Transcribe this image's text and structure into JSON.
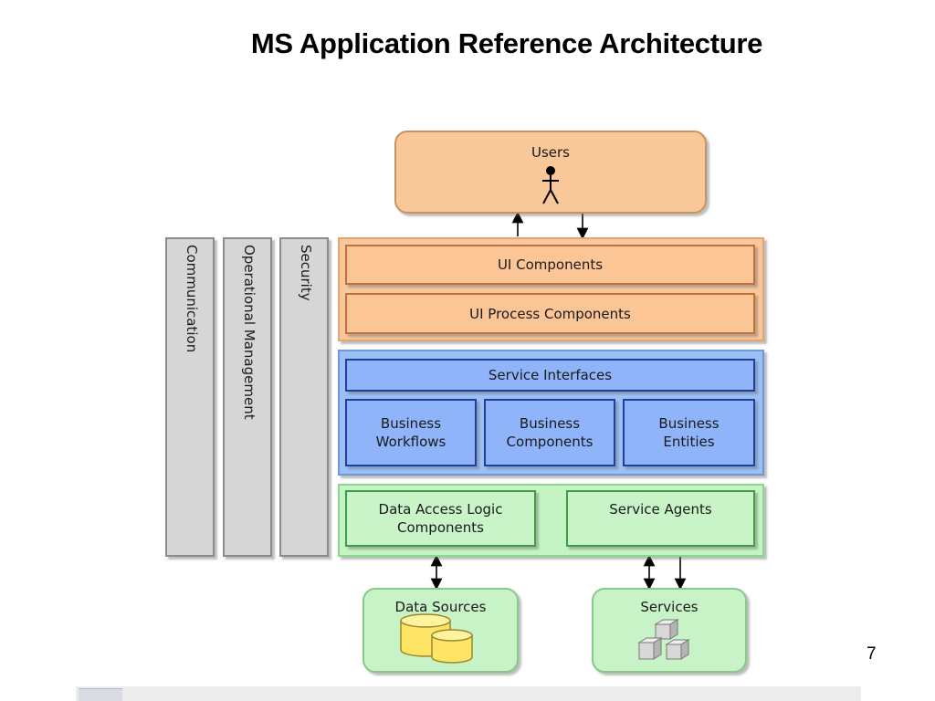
{
  "slide": {
    "title": "MS Application Reference Architecture",
    "page_number": "7"
  },
  "diagram": {
    "users": {
      "label": "Users"
    },
    "presentation": {
      "ui_components": "UI Components",
      "ui_process_components": "UI Process Components"
    },
    "business": {
      "service_interfaces": "Service Interfaces",
      "business_workflows": "Business\nWorkflows",
      "business_components": "Business\nComponents",
      "business_entities": "Business\nEntities"
    },
    "data": {
      "data_access_logic": "Data Access Logic\nComponents",
      "service_agents": "Service Agents"
    },
    "crosscutting": {
      "communication": "Communication",
      "operational_management": "Operational Management",
      "security": "Security"
    },
    "external": {
      "data_sources": "Data Sources",
      "services": "Services"
    },
    "icons": {
      "user": "stick-figure-icon",
      "database": "database-cylinders-icon",
      "services": "cubes-icon"
    },
    "colors": {
      "presentation": "#f8c79b",
      "business": "#9cc0f5",
      "data": "#c5f4c4",
      "crosscutting": "#d6d6d6"
    }
  }
}
